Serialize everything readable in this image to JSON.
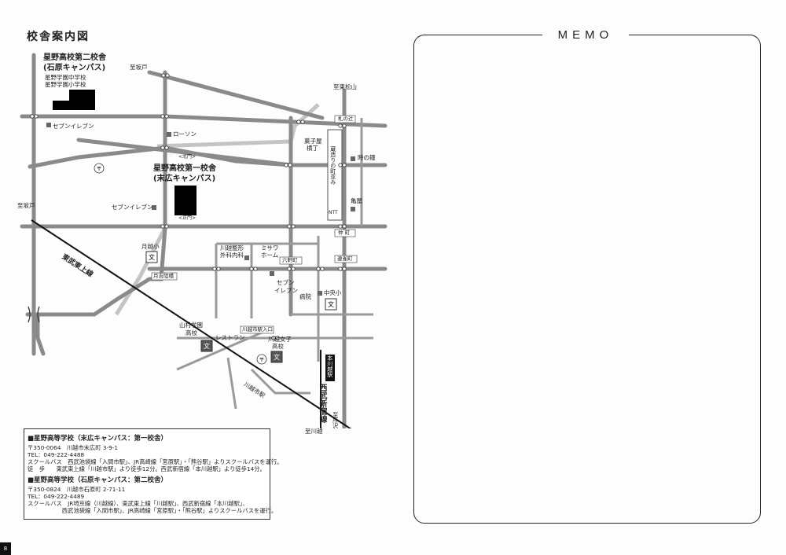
{
  "page": {
    "title": "校舎案内図",
    "page_number": "8"
  },
  "campus2": {
    "name_line1": "星野高校第二校舎",
    "name_line2": "(石原キャンパス)",
    "jhs": "星野学園中学校",
    "elem": "星野学園小学校"
  },
  "campus1": {
    "name_line1": "星野高校第一校舎",
    "name_line2": "(末広キャンパス)",
    "north_gate": "<北門>",
    "main_gate": "<正門>"
  },
  "map_labels": {
    "to_sakado_top": "至坂戸",
    "to_sakado_left": "至坂戸",
    "to_higashi_matsuyama": "至東松山",
    "to_tokorozawa": "至所沢",
    "to_kawagoe": "至川越",
    "seven_eleven_1": "セブンイレブン",
    "seven_eleven_2": "セブンイレブン",
    "seven_eleven_3_l1": "セブン",
    "seven_eleven_3_l2": "イレブン",
    "lawson": "ローソン",
    "fudanotsuji": "札の辻",
    "toki_no_kane": "時の鐘",
    "kashiya_yokocho_l1": "菓子屋",
    "kashiya_yokocho_l2": "横丁",
    "kurazukuri": "蔵造りの町並み",
    "ntt": "NTT",
    "kameya": "亀屋",
    "nakacho": "仲 町",
    "renjakucho": "連雀町",
    "rokkencho": "六軒町",
    "tsukiyoshi_bridge": "月吉陸橋",
    "tsuki_elem": "月越小",
    "seikei_l1": "川越整形",
    "seikei_l2": "外科内科",
    "misawa_l1": "ミサワ",
    "misawa_l2": "ホーム",
    "hospital": "病院",
    "chuo_elem": "中央小",
    "yamamura_l1": "山村学園",
    "yamamura_l2": "高校",
    "restaurant": "レストラン",
    "kawagoe_station_entrance": "川越市駅入口",
    "joshi_l1": "川越女子",
    "joshi_l2": "高校",
    "hon_kawagoe_station": "本川越駅",
    "seibu_shinjuku_line": "西武新宿線",
    "tobu_tojo_line": "東武東上線",
    "kawagoeshi_station": "川越市駅",
    "school_symbol": "文",
    "post_symbol": "〒"
  },
  "info": {
    "c1_title": "■星野高等学校（末広キャンパス：第一校舎）",
    "c1_address": "〒350-0064　川越市末広町 3-9-1",
    "c1_tel": "TEL：049-222-4488",
    "c1_bus": "スクールバス　西武池袋線「入間市駅」、JR高崎線「宮原駅」・「熊谷駅」よりスクールバスを運行。",
    "c1_walk": "徒　歩　　東武東上線「川越市駅」より徒歩12分。西武新宿線「本川越駅」より徒歩14分。",
    "c2_title": "■星野高等学校（石原キャンパス：第二校舎）",
    "c2_address": "〒350-0824　川越市石原町 2-71-11",
    "c2_tel": "TEL：049-222-4489",
    "c2_bus1": "スクールバス　JR埼京線（川越線）、東武東上線「川越駅」、西武新宿線「本川越駅」、",
    "c2_bus2": "　　　　　　西武池袋線「入間市駅」、JR高崎線「宮原駅」・「熊谷駅」よりスクールバスを運行。"
  },
  "memo": {
    "title": "MEMO"
  },
  "colors": {
    "road": "#8a8a8a",
    "light_road": "#c4c4c4",
    "rail": "#111111",
    "building": "#000000"
  }
}
